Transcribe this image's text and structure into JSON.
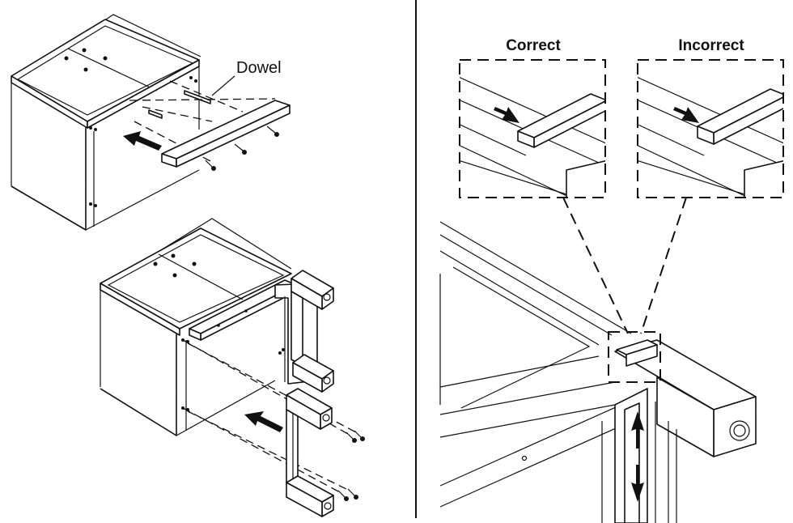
{
  "labels": {
    "dowel": "Dowel",
    "correct": "Correct",
    "incorrect": "Incorrect"
  },
  "colors": {
    "line": "#111111",
    "background": "#ffffff"
  }
}
